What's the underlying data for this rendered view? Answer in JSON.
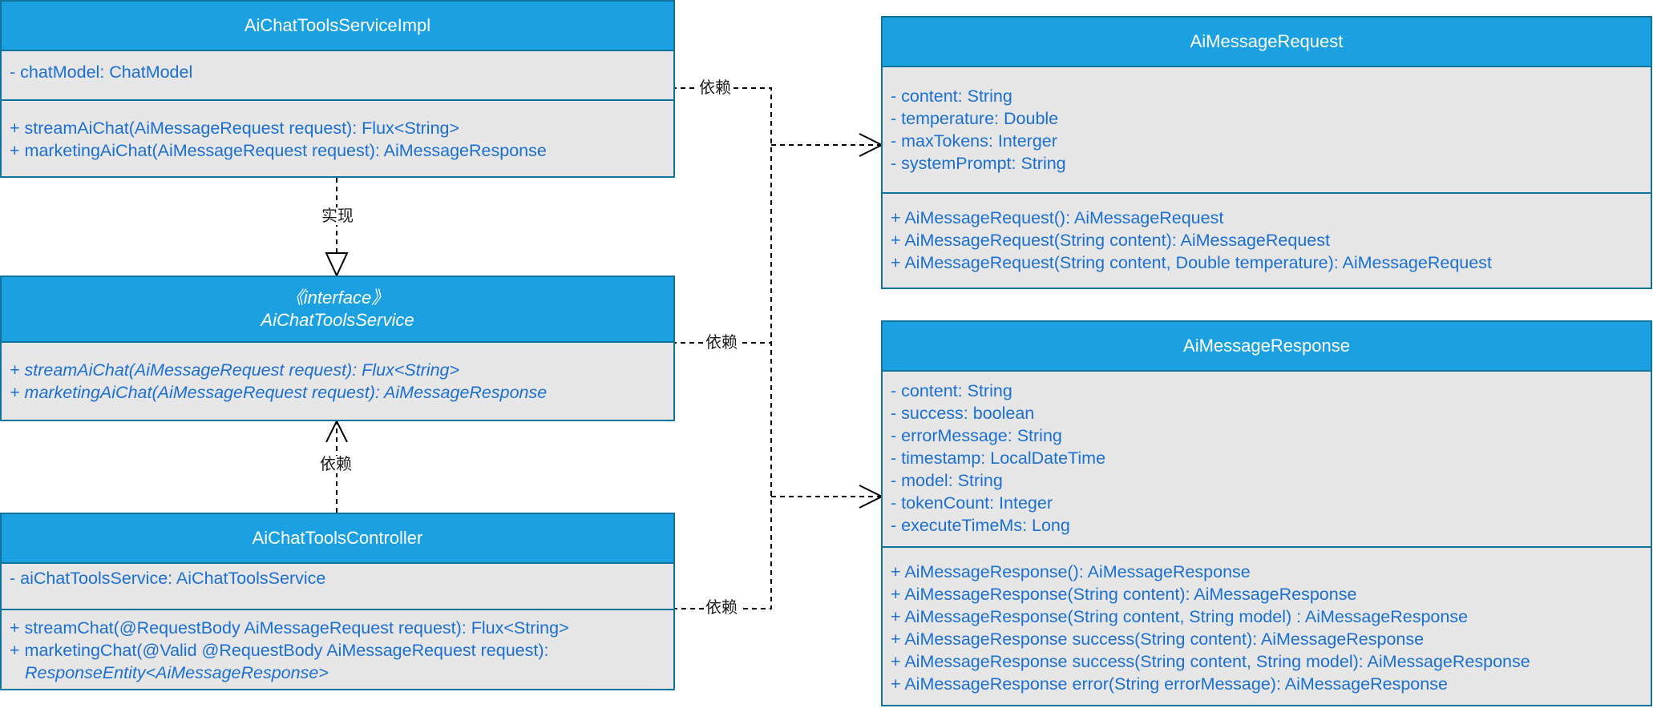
{
  "classes": {
    "service_impl": {
      "name": "AiChatToolsServiceImpl",
      "attributes": [
        "- chatModel: ChatModel"
      ],
      "methods": [
        "+ streamAiChat(AiMessageRequest request): Flux<String>",
        "+ marketingAiChat(AiMessageRequest request): AiMessageResponse"
      ]
    },
    "service_interface": {
      "stereotype": "《interface》",
      "name": "AiChatToolsService",
      "methods": [
        "+ streamAiChat(AiMessageRequest request): Flux<String>",
        "+ marketingAiChat(AiMessageRequest request): AiMessageResponse"
      ]
    },
    "controller": {
      "name": "AiChatToolsController",
      "attributes": [
        "- aiChatToolsService: AiChatToolsService"
      ],
      "methods": [
        "+ streamChat(@RequestBody AiMessageRequest request): Flux<String>",
        "+ marketingChat(@Valid @RequestBody AiMessageRequest request):",
        "ResponseEntity<AiMessageResponse>"
      ]
    },
    "message_request": {
      "name": "AiMessageRequest",
      "attributes": [
        "- content: String",
        "- temperature: Double",
        "- maxTokens: Interger",
        "- systemPrompt: String"
      ],
      "methods": [
        "+ AiMessageRequest(): AiMessageRequest",
        "+ AiMessageRequest(String content): AiMessageRequest",
        "+ AiMessageRequest(String content, Double temperature): AiMessageRequest"
      ]
    },
    "message_response": {
      "name": "AiMessageResponse",
      "attributes": [
        "- content: String",
        "- success: boolean",
        "- errorMessage: String",
        "- timestamp: LocalDateTime",
        "- model: String",
        "- tokenCount: Integer",
        "- executeTimeMs: Long"
      ],
      "methods": [
        "+ AiMessageResponse(): AiMessageResponse",
        "+ AiMessageResponse(String content): AiMessageResponse",
        "+ AiMessageResponse(String content, String model) : AiMessageResponse",
        "+ AiMessageResponse success(String content): AiMessageResponse",
        "+ AiMessageResponse success(String content, String model): AiMessageResponse",
        "+ AiMessageResponse error(String errorMessage): AiMessageResponse"
      ]
    }
  },
  "relations": {
    "realization_label": "实现",
    "dependency_label": "依赖"
  },
  "colors": {
    "header_fill": "#1ba1e2",
    "border": "#10739e",
    "body_fill": "#e6e6e6",
    "member_text": "#1b6fd1"
  }
}
